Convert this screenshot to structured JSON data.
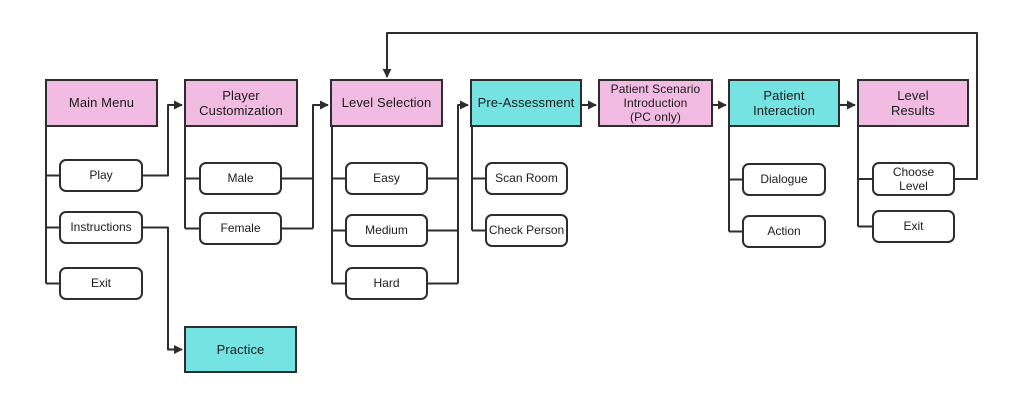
{
  "diagram_type": "flowchart",
  "colors": {
    "pink": "#F1BBE2",
    "cyan": "#74E3E1",
    "line": "#2d2d2d",
    "child_background": "#ffffff",
    "text": "#1b1b1b"
  },
  "nodes": {
    "main_menu": "Main Menu",
    "play": "Play",
    "instructions": "Instructions",
    "exit_main": "Exit",
    "player_customization": "Player\nCustomization",
    "male": "Male",
    "female": "Female",
    "practice": "Practice",
    "level_selection": "Level Selection",
    "easy": "Easy",
    "medium": "Medium",
    "hard": "Hard",
    "pre_assessment": "Pre-Assessment",
    "scan_room": "Scan Room",
    "check_person": "Check Person",
    "patient_scenario": "Patient Scenario\nIntroduction\n(PC only)",
    "patient_interaction": "Patient\nInteraction",
    "dialogue": "Dialogue",
    "action": "Action",
    "level_results": "Level\nResults",
    "choose_level": "Choose\nLevel",
    "exit_results": "Exit"
  },
  "edges": [
    {
      "from": "Main Menu",
      "to": "Play"
    },
    {
      "from": "Main Menu",
      "to": "Instructions"
    },
    {
      "from": "Main Menu",
      "to": "Exit"
    },
    {
      "from": "Play",
      "to": "Player Customization"
    },
    {
      "from": "Instructions",
      "to": "Practice"
    },
    {
      "from": "Player Customization",
      "to": "Male"
    },
    {
      "from": "Player Customization",
      "to": "Female"
    },
    {
      "from": "Male",
      "to": "Level Selection"
    },
    {
      "from": "Female",
      "to": "Level Selection"
    },
    {
      "from": "Level Selection",
      "to": "Easy"
    },
    {
      "from": "Level Selection",
      "to": "Medium"
    },
    {
      "from": "Level Selection",
      "to": "Hard"
    },
    {
      "from": "Easy",
      "to": "Pre-Assessment"
    },
    {
      "from": "Medium",
      "to": "Pre-Assessment"
    },
    {
      "from": "Hard",
      "to": "Pre-Assessment"
    },
    {
      "from": "Pre-Assessment",
      "to": "Scan Room"
    },
    {
      "from": "Pre-Assessment",
      "to": "Check Person"
    },
    {
      "from": "Pre-Assessment",
      "to": "Patient Scenario Introduction (PC only)"
    },
    {
      "from": "Patient Scenario Introduction (PC only)",
      "to": "Patient Interaction"
    },
    {
      "from": "Patient Interaction",
      "to": "Dialogue"
    },
    {
      "from": "Patient Interaction",
      "to": "Action"
    },
    {
      "from": "Patient Interaction",
      "to": "Level Results"
    },
    {
      "from": "Level Results",
      "to": "Choose Level"
    },
    {
      "from": "Level Results",
      "to": "Exit"
    },
    {
      "from": "Choose Level",
      "to": "Level Selection"
    }
  ]
}
